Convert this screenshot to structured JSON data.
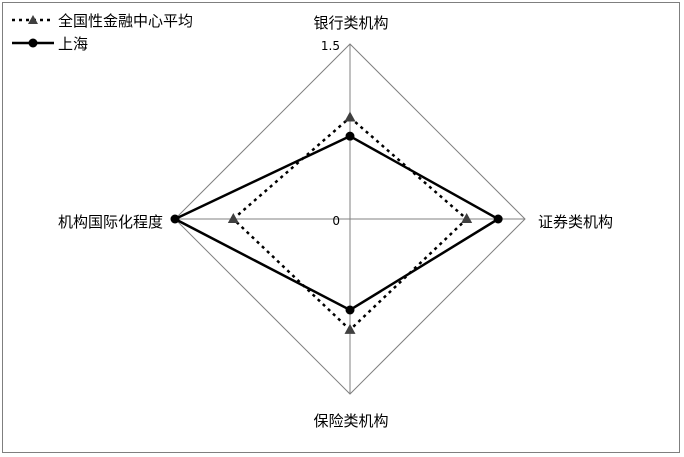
{
  "chart_data": {
    "type": "radar",
    "axes": [
      "银行类机构",
      "证券类机构",
      "保险类机构",
      "机构国际化程度"
    ],
    "rlim": [
      0,
      1.5
    ],
    "radial_tick_labels": [
      "0",
      "1.5"
    ],
    "legend_position": "top-left",
    "series": [
      {
        "name": "全国性金融中心平均",
        "values": [
          0.87,
          1.0,
          0.95,
          1.0
        ],
        "line_style": "dotted",
        "marker": "triangle",
        "color": "#000000"
      },
      {
        "name": "上海",
        "values": [
          0.71,
          1.27,
          0.78,
          1.5
        ],
        "line_style": "solid",
        "marker": "circle",
        "color": "#000000"
      }
    ],
    "grid_color": "#808080"
  }
}
